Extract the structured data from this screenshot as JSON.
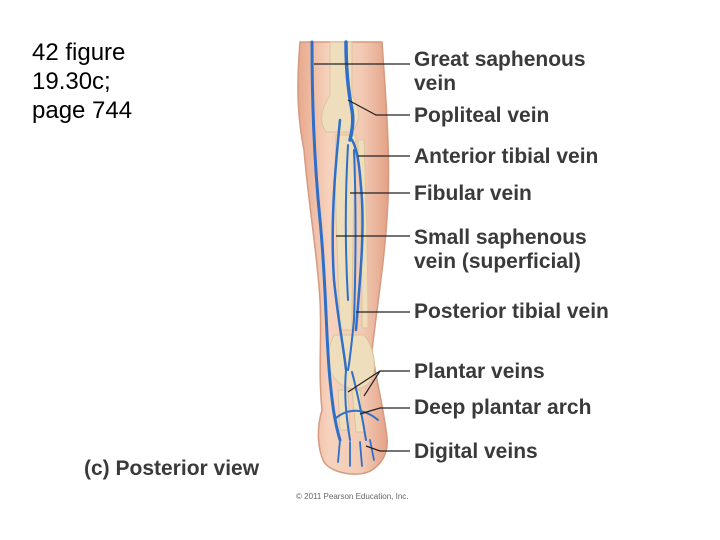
{
  "slide": {
    "caption_lines": [
      "42  figure",
      "19.30c;",
      "page 744"
    ]
  },
  "figure": {
    "labels": [
      {
        "lines": [
          "Great saphenous",
          "vein"
        ]
      },
      {
        "lines": [
          "Popliteal vein"
        ]
      },
      {
        "lines": [
          "Anterior tibial vein"
        ]
      },
      {
        "lines": [
          "Fibular vein"
        ]
      },
      {
        "lines": [
          "Small saphenous",
          "vein (superficial)"
        ]
      },
      {
        "lines": [
          "Posterior tibial vein"
        ]
      },
      {
        "lines": [
          "Plantar veins"
        ]
      },
      {
        "lines": [
          "Deep plantar arch"
        ]
      },
      {
        "lines": [
          "Digital veins"
        ]
      }
    ],
    "view_title": "(c) Posterior view",
    "copyright": "© 2011 Pearson Education, Inc.",
    "colors": {
      "skin": "#f2c7b0",
      "skin_shadow": "#e4a98c",
      "bone": "#f0e4c6",
      "vein": "#2f6fc7",
      "leader_line": "#222222",
      "label_text": "#3a3a3a"
    }
  }
}
